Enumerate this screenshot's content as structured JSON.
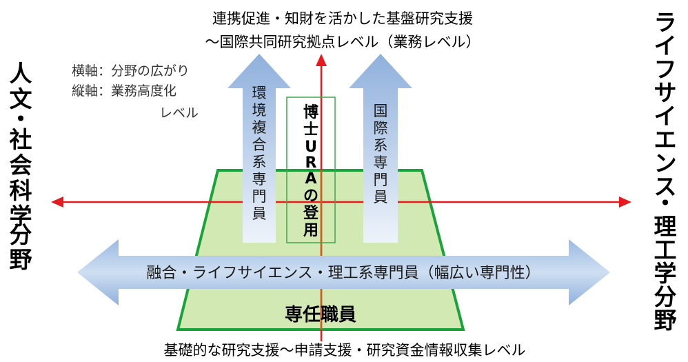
{
  "diagram": {
    "top_caption_line1": "連携促進・知財を活かした基盤研究支援",
    "top_caption_line2": "〜国際共同研究拠点レベル（業務レベル）",
    "bottom_caption": "基礎的な研究支援〜申請支援・研究資金情報収集レベル",
    "left_label": "人文・社会科学 分野",
    "right_label": "ライフサイエンス・理工学 分野",
    "legend_line1": "横軸：分野の広がり",
    "legend_line2": "縦軸：業務高度化",
    "legend_line3": "レベル",
    "up_arrow_left": "環境複合系専門員",
    "up_arrow_center": "博士URAの登用",
    "up_arrow_right": "国際系専門員",
    "horizontal_band": "融合・ライフサイエンス・理工系専門員（幅広い専門性）",
    "base_box": "専任職員",
    "colors": {
      "axis_red": "#e8191c",
      "trapezoid_fill": "#d3e9b4",
      "trapezoid_stroke": "#1aa33a",
      "arrow_top": "#8fb0dc",
      "arrow_bottom": "#eef3fa",
      "vertical_axis_line": "#c8641e"
    }
  }
}
